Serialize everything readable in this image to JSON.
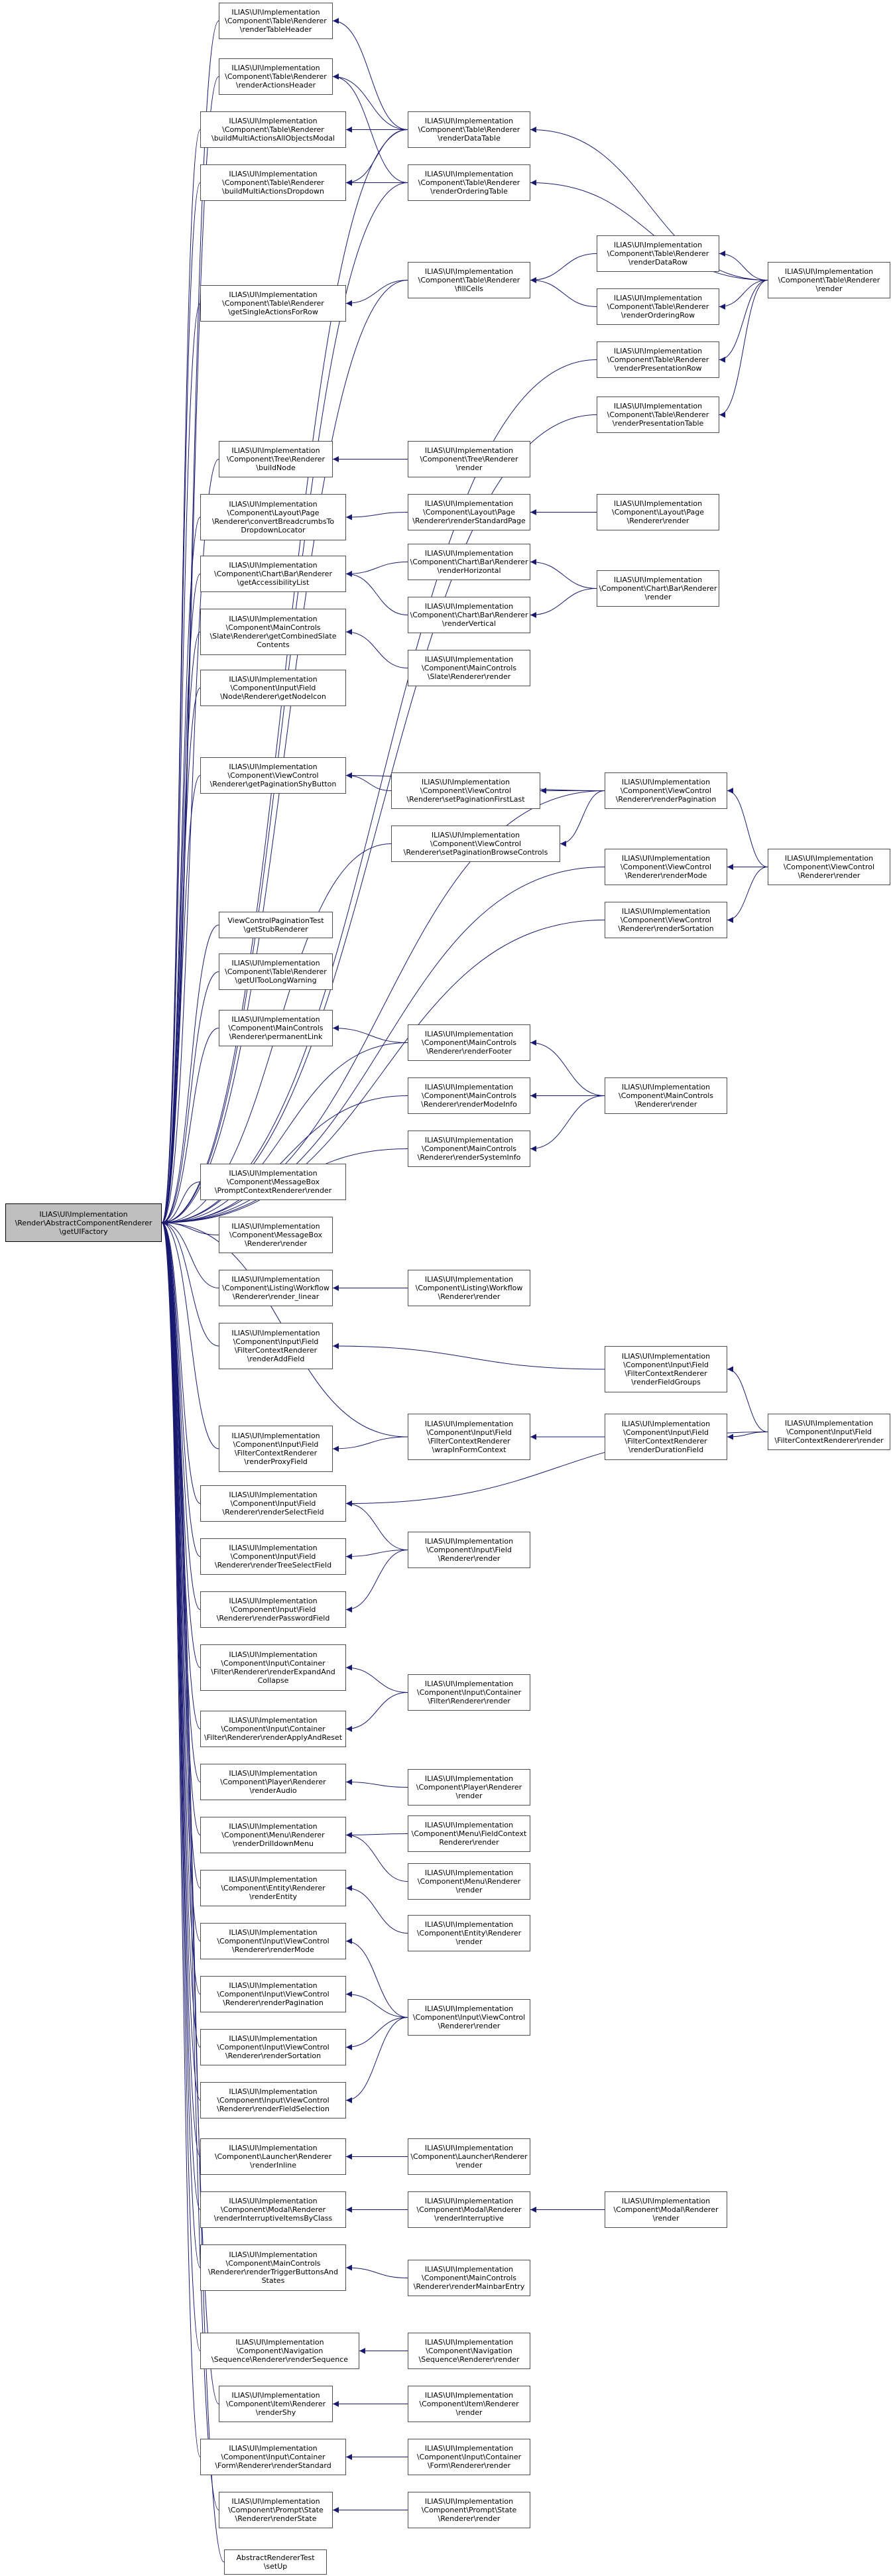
{
  "colors": {
    "edge": "#191970",
    "node_border": "#4d4d4d",
    "root_fill": "#bfbfbf"
  },
  "root": {
    "id": "n0",
    "lines": [
      "ILIAS\\UI\\Implementation",
      "\\Render\\AbstractComponentRenderer",
      "\\getUIFactory"
    ]
  },
  "nodes": [
    {
      "id": "n1",
      "lines": [
        "ILIAS\\UI\\Implementation",
        "\\Component\\Table\\Renderer",
        "\\renderTableHeader"
      ]
    },
    {
      "id": "n2",
      "lines": [
        "ILIAS\\UI\\Implementation",
        "\\Component\\Table\\Renderer",
        "\\renderActionsHeader"
      ]
    },
    {
      "id": "n3",
      "lines": [
        "ILIAS\\UI\\Implementation",
        "\\Component\\Table\\Renderer",
        "\\buildMultiActionsAllObjectsModal"
      ]
    },
    {
      "id": "n4",
      "lines": [
        "ILIAS\\UI\\Implementation",
        "\\Component\\Table\\Renderer",
        "\\buildMultiActionsDropdown"
      ]
    },
    {
      "id": "n5",
      "lines": [
        "ILIAS\\UI\\Implementation",
        "\\Component\\Table\\Renderer",
        "\\getSingleActionsForRow"
      ]
    },
    {
      "id": "n6",
      "lines": [
        "ILIAS\\UI\\Implementation",
        "\\Component\\Table\\Renderer",
        "\\renderDataTable"
      ]
    },
    {
      "id": "n7",
      "lines": [
        "ILIAS\\UI\\Implementation",
        "\\Component\\Table\\Renderer",
        "\\renderOrderingTable"
      ]
    },
    {
      "id": "n8",
      "lines": [
        "ILIAS\\UI\\Implementation",
        "\\Component\\Table\\Renderer",
        "\\fillCells"
      ]
    },
    {
      "id": "n9",
      "lines": [
        "ILIAS\\UI\\Implementation",
        "\\Component\\Table\\Renderer",
        "\\renderDataRow"
      ]
    },
    {
      "id": "n10",
      "lines": [
        "ILIAS\\UI\\Implementation",
        "\\Component\\Table\\Renderer",
        "\\renderOrderingRow"
      ]
    },
    {
      "id": "n11",
      "lines": [
        "ILIAS\\UI\\Implementation",
        "\\Component\\Table\\Renderer",
        "\\renderPresentationRow"
      ]
    },
    {
      "id": "n12",
      "lines": [
        "ILIAS\\UI\\Implementation",
        "\\Component\\Table\\Renderer",
        "\\renderPresentationTable"
      ]
    },
    {
      "id": "n13",
      "lines": [
        "ILIAS\\UI\\Implementation",
        "\\Component\\Table\\Renderer",
        "\\render"
      ]
    },
    {
      "id": "n14",
      "lines": [
        "ILIAS\\UI\\Implementation",
        "\\Component\\Tree\\Renderer",
        "\\buildNode"
      ]
    },
    {
      "id": "n15",
      "lines": [
        "ILIAS\\UI\\Implementation",
        "\\Component\\Tree\\Renderer",
        "\\render"
      ]
    },
    {
      "id": "n16",
      "lines": [
        "ILIAS\\UI\\Implementation",
        "\\Component\\Layout\\Page",
        "\\Renderer\\convertBreadcrumbsTo",
        "DropdownLocator"
      ]
    },
    {
      "id": "n17",
      "lines": [
        "ILIAS\\UI\\Implementation",
        "\\Component\\Layout\\Page",
        "\\Renderer\\renderStandardPage"
      ]
    },
    {
      "id": "n18",
      "lines": [
        "ILIAS\\UI\\Implementation",
        "\\Component\\Layout\\Page",
        "\\Renderer\\render"
      ]
    },
    {
      "id": "n19",
      "lines": [
        "ILIAS\\UI\\Implementation",
        "\\Component\\Chart\\Bar\\Renderer",
        "\\getAccessibilityList"
      ]
    },
    {
      "id": "n20",
      "lines": [
        "ILIAS\\UI\\Implementation",
        "\\Component\\Chart\\Bar\\Renderer",
        "\\renderHorizontal"
      ]
    },
    {
      "id": "n21",
      "lines": [
        "ILIAS\\UI\\Implementation",
        "\\Component\\Chart\\Bar\\Renderer",
        "\\renderVertical"
      ]
    },
    {
      "id": "n22",
      "lines": [
        "ILIAS\\UI\\Implementation",
        "\\Component\\Chart\\Bar\\Renderer",
        "\\render"
      ]
    },
    {
      "id": "n23",
      "lines": [
        "ILIAS\\UI\\Implementation",
        "\\Component\\MainControls",
        "\\Slate\\Renderer\\getCombinedSlate",
        "Contents"
      ]
    },
    {
      "id": "n24",
      "lines": [
        "ILIAS\\UI\\Implementation",
        "\\Component\\MainControls",
        "\\Slate\\Renderer\\render"
      ]
    },
    {
      "id": "n25",
      "lines": [
        "ILIAS\\UI\\Implementation",
        "\\Component\\Input\\Field",
        "\\Node\\Renderer\\getNodeIcon"
      ]
    },
    {
      "id": "n26",
      "lines": [
        "ILIAS\\UI\\Implementation",
        "\\Component\\ViewControl",
        "\\Renderer\\getPaginationShyButton"
      ]
    },
    {
      "id": "n27",
      "lines": [
        "ILIAS\\UI\\Implementation",
        "\\Component\\ViewControl",
        "\\Renderer\\setPaginationFirstLast"
      ]
    },
    {
      "id": "n28",
      "lines": [
        "ILIAS\\UI\\Implementation",
        "\\Component\\ViewControl",
        "\\Renderer\\setPaginationBrowseControls"
      ]
    },
    {
      "id": "n29",
      "lines": [
        "ILIAS\\UI\\Implementation",
        "\\Component\\ViewControl",
        "\\Renderer\\renderPagination"
      ]
    },
    {
      "id": "n30",
      "lines": [
        "ILIAS\\UI\\Implementation",
        "\\Component\\ViewControl",
        "\\Renderer\\renderMode"
      ]
    },
    {
      "id": "n31",
      "lines": [
        "ILIAS\\UI\\Implementation",
        "\\Component\\ViewControl",
        "\\Renderer\\renderSortation"
      ]
    },
    {
      "id": "n32",
      "lines": [
        "ILIAS\\UI\\Implementation",
        "\\Component\\ViewControl",
        "\\Renderer\\render"
      ]
    },
    {
      "id": "n33",
      "lines": [
        "ViewControlPaginationTest",
        "\\getStubRenderer"
      ]
    },
    {
      "id": "n34",
      "lines": [
        "ILIAS\\UI\\Implementation",
        "\\Component\\Table\\Renderer",
        "\\getUITooLongWarning"
      ]
    },
    {
      "id": "n35",
      "lines": [
        "ILIAS\\UI\\Implementation",
        "\\Component\\MainControls",
        "\\Renderer\\permanentLink"
      ]
    },
    {
      "id": "n36",
      "lines": [
        "ILIAS\\UI\\Implementation",
        "\\Component\\MainControls",
        "\\Renderer\\renderFooter"
      ]
    },
    {
      "id": "n37",
      "lines": [
        "ILIAS\\UI\\Implementation",
        "\\Component\\MainControls",
        "\\Renderer\\renderModeInfo"
      ]
    },
    {
      "id": "n38",
      "lines": [
        "ILIAS\\UI\\Implementation",
        "\\Component\\MainControls",
        "\\Renderer\\render"
      ]
    },
    {
      "id": "n39",
      "lines": [
        "ILIAS\\UI\\Implementation",
        "\\Component\\MainControls",
        "\\Renderer\\renderSystemInfo"
      ]
    },
    {
      "id": "n40",
      "lines": [
        "ILIAS\\UI\\Implementation",
        "\\Component\\MessageBox",
        "\\PromptContextRenderer\\render"
      ]
    },
    {
      "id": "n41",
      "lines": [
        "ILIAS\\UI\\Implementation",
        "\\Component\\MessageBox",
        "\\Renderer\\render"
      ]
    },
    {
      "id": "n42",
      "lines": [
        "ILIAS\\UI\\Implementation",
        "\\Component\\Listing\\Workflow",
        "\\Renderer\\render_linear"
      ]
    },
    {
      "id": "n43",
      "lines": [
        "ILIAS\\UI\\Implementation",
        "\\Component\\Listing\\Workflow",
        "\\Renderer\\render"
      ]
    },
    {
      "id": "n44",
      "lines": [
        "ILIAS\\UI\\Implementation",
        "\\Component\\Input\\Field",
        "\\FilterContextRenderer",
        "\\renderAddField"
      ]
    },
    {
      "id": "n45",
      "lines": [
        "ILIAS\\UI\\Implementation",
        "\\Component\\Input\\Field",
        "\\FilterContextRenderer",
        "\\renderFieldGroups"
      ]
    },
    {
      "id": "n46",
      "lines": [
        "ILIAS\\UI\\Implementation",
        "\\Component\\Input\\Field",
        "\\FilterContextRenderer",
        "\\renderProxyField"
      ]
    },
    {
      "id": "n47",
      "lines": [
        "ILIAS\\UI\\Implementation",
        "\\Component\\Input\\Field",
        "\\FilterContextRenderer",
        "\\wrapInFormContext"
      ]
    },
    {
      "id": "n48",
      "lines": [
        "ILIAS\\UI\\Implementation",
        "\\Component\\Input\\Field",
        "\\FilterContextRenderer",
        "\\renderDurationField"
      ]
    },
    {
      "id": "n49",
      "lines": [
        "ILIAS\\UI\\Implementation",
        "\\Component\\Input\\Field",
        "\\FilterContextRenderer\\render"
      ]
    },
    {
      "id": "n50",
      "lines": [
        "ILIAS\\UI\\Implementation",
        "\\Component\\Input\\Field",
        "\\Renderer\\renderSelectField"
      ]
    },
    {
      "id": "n51",
      "lines": [
        "ILIAS\\UI\\Implementation",
        "\\Component\\Input\\Field",
        "\\Renderer\\renderTreeSelectField"
      ]
    },
    {
      "id": "n52",
      "lines": [
        "ILIAS\\UI\\Implementation",
        "\\Component\\Input\\Field",
        "\\Renderer\\render"
      ]
    },
    {
      "id": "n53",
      "lines": [
        "ILIAS\\UI\\Implementation",
        "\\Component\\Input\\Field",
        "\\Renderer\\renderPasswordField"
      ]
    },
    {
      "id": "n54",
      "lines": [
        "ILIAS\\UI\\Implementation",
        "\\Component\\Input\\Container",
        "\\Filter\\Renderer\\renderExpandAnd",
        "Collapse"
      ]
    },
    {
      "id": "n55",
      "lines": [
        "ILIAS\\UI\\Implementation",
        "\\Component\\Input\\Container",
        "\\Filter\\Renderer\\render"
      ]
    },
    {
      "id": "n56",
      "lines": [
        "ILIAS\\UI\\Implementation",
        "\\Component\\Input\\Container",
        "\\Filter\\Renderer\\renderApplyAndReset"
      ]
    },
    {
      "id": "n57",
      "lines": [
        "ILIAS\\UI\\Implementation",
        "\\Component\\Player\\Renderer",
        "\\renderAudio"
      ]
    },
    {
      "id": "n58",
      "lines": [
        "ILIAS\\UI\\Implementation",
        "\\Component\\Player\\Renderer",
        "\\render"
      ]
    },
    {
      "id": "n59",
      "lines": [
        "ILIAS\\UI\\Implementation",
        "\\Component\\Menu\\Renderer",
        "\\renderDrilldownMenu"
      ]
    },
    {
      "id": "n60",
      "lines": [
        "ILIAS\\UI\\Implementation",
        "\\Component\\Menu\\FieldContext",
        "Renderer\\render"
      ]
    },
    {
      "id": "n61",
      "lines": [
        "ILIAS\\UI\\Implementation",
        "\\Component\\Menu\\Renderer",
        "\\render"
      ]
    },
    {
      "id": "n62",
      "lines": [
        "ILIAS\\UI\\Implementation",
        "\\Component\\Entity\\Renderer",
        "\\renderEntity"
      ]
    },
    {
      "id": "n63",
      "lines": [
        "ILIAS\\UI\\Implementation",
        "\\Component\\Entity\\Renderer",
        "\\render"
      ]
    },
    {
      "id": "n64",
      "lines": [
        "ILIAS\\UI\\Implementation",
        "\\Component\\Input\\ViewControl",
        "\\Renderer\\renderMode"
      ]
    },
    {
      "id": "n65",
      "lines": [
        "ILIAS\\UI\\Implementation",
        "\\Component\\Input\\ViewControl",
        "\\Renderer\\renderPagination"
      ]
    },
    {
      "id": "n66",
      "lines": [
        "ILIAS\\UI\\Implementation",
        "\\Component\\Input\\ViewControl",
        "\\Renderer\\render"
      ]
    },
    {
      "id": "n67",
      "lines": [
        "ILIAS\\UI\\Implementation",
        "\\Component\\Input\\ViewControl",
        "\\Renderer\\renderSortation"
      ]
    },
    {
      "id": "n68",
      "lines": [
        "ILIAS\\UI\\Implementation",
        "\\Component\\Input\\ViewControl",
        "\\Renderer\\renderFieldSelection"
      ]
    },
    {
      "id": "n69",
      "lines": [
        "ILIAS\\UI\\Implementation",
        "\\Component\\Launcher\\Renderer",
        "\\renderInline"
      ]
    },
    {
      "id": "n70",
      "lines": [
        "ILIAS\\UI\\Implementation",
        "\\Component\\Launcher\\Renderer",
        "\\render"
      ]
    },
    {
      "id": "n71",
      "lines": [
        "ILIAS\\UI\\Implementation",
        "\\Component\\Modal\\Renderer",
        "\\renderInterruptiveItemsByClass"
      ]
    },
    {
      "id": "n72",
      "lines": [
        "ILIAS\\UI\\Implementation",
        "\\Component\\Modal\\Renderer",
        "\\renderInterruptive"
      ]
    },
    {
      "id": "n73",
      "lines": [
        "ILIAS\\UI\\Implementation",
        "\\Component\\Modal\\Renderer",
        "\\render"
      ]
    },
    {
      "id": "n74",
      "lines": [
        "ILIAS\\UI\\Implementation",
        "\\Component\\MainControls",
        "\\Renderer\\renderTriggerButtonsAnd",
        "States"
      ]
    },
    {
      "id": "n75",
      "lines": [
        "ILIAS\\UI\\Implementation",
        "\\Component\\MainControls",
        "\\Renderer\\renderMainbarEntry"
      ]
    },
    {
      "id": "n76",
      "lines": [
        "ILIAS\\UI\\Implementation",
        "\\Component\\Navigation",
        "\\Sequence\\Renderer\\renderSequence"
      ]
    },
    {
      "id": "n77",
      "lines": [
        "ILIAS\\UI\\Implementation",
        "\\Component\\Navigation",
        "\\Sequence\\Renderer\\render"
      ]
    },
    {
      "id": "n78",
      "lines": [
        "ILIAS\\UI\\Implementation",
        "\\Component\\Item\\Renderer",
        "\\renderShy"
      ]
    },
    {
      "id": "n79",
      "lines": [
        "ILIAS\\UI\\Implementation",
        "\\Component\\Item\\Renderer",
        "\\render"
      ]
    },
    {
      "id": "n80",
      "lines": [
        "ILIAS\\UI\\Implementation",
        "\\Component\\Input\\Container",
        "\\Form\\Renderer\\renderStandard"
      ]
    },
    {
      "id": "n81",
      "lines": [
        "ILIAS\\UI\\Implementation",
        "\\Component\\Input\\Container",
        "\\Form\\Renderer\\render"
      ]
    },
    {
      "id": "n82",
      "lines": [
        "ILIAS\\UI\\Implementation",
        "\\Component\\Prompt\\State",
        "\\Renderer\\renderState"
      ]
    },
    {
      "id": "n83",
      "lines": [
        "ILIAS\\UI\\Implementation",
        "\\Component\\Prompt\\State",
        "\\Renderer\\render"
      ]
    },
    {
      "id": "n84",
      "lines": [
        "AbstractRendererTest",
        "\\setUp"
      ]
    }
  ],
  "edges": [
    [
      "n1",
      "n0"
    ],
    [
      "n2",
      "n0"
    ],
    [
      "n3",
      "n0"
    ],
    [
      "n4",
      "n0"
    ],
    [
      "n5",
      "n0"
    ],
    [
      "n6",
      "n0"
    ],
    [
      "n7",
      "n0"
    ],
    [
      "n8",
      "n0"
    ],
    [
      "n11",
      "n0"
    ],
    [
      "n12",
      "n0"
    ],
    [
      "n14",
      "n0"
    ],
    [
      "n16",
      "n0"
    ],
    [
      "n19",
      "n0"
    ],
    [
      "n23",
      "n0"
    ],
    [
      "n25",
      "n0"
    ],
    [
      "n26",
      "n0"
    ],
    [
      "n28",
      "n0"
    ],
    [
      "n29",
      "n0"
    ],
    [
      "n30",
      "n0"
    ],
    [
      "n31",
      "n0"
    ],
    [
      "n33",
      "n0"
    ],
    [
      "n34",
      "n0"
    ],
    [
      "n35",
      "n0"
    ],
    [
      "n36",
      "n0"
    ],
    [
      "n37",
      "n0"
    ],
    [
      "n39",
      "n0"
    ],
    [
      "n40",
      "n0"
    ],
    [
      "n41",
      "n0"
    ],
    [
      "n42",
      "n0"
    ],
    [
      "n44",
      "n0"
    ],
    [
      "n46",
      "n0"
    ],
    [
      "n47",
      "n0"
    ],
    [
      "n50",
      "n0"
    ],
    [
      "n51",
      "n0"
    ],
    [
      "n53",
      "n0"
    ],
    [
      "n54",
      "n0"
    ],
    [
      "n56",
      "n0"
    ],
    [
      "n57",
      "n0"
    ],
    [
      "n59",
      "n0"
    ],
    [
      "n62",
      "n0"
    ],
    [
      "n64",
      "n0"
    ],
    [
      "n65",
      "n0"
    ],
    [
      "n67",
      "n0"
    ],
    [
      "n68",
      "n0"
    ],
    [
      "n69",
      "n0"
    ],
    [
      "n71",
      "n0"
    ],
    [
      "n74",
      "n0"
    ],
    [
      "n76",
      "n0"
    ],
    [
      "n78",
      "n0"
    ],
    [
      "n80",
      "n0"
    ],
    [
      "n82",
      "n0"
    ],
    [
      "n84",
      "n0"
    ],
    [
      "n6",
      "n1"
    ],
    [
      "n6",
      "n2"
    ],
    [
      "n7",
      "n2"
    ],
    [
      "n6",
      "n3"
    ],
    [
      "n6",
      "n4"
    ],
    [
      "n7",
      "n4"
    ],
    [
      "n8",
      "n5"
    ],
    [
      "n13",
      "n6"
    ],
    [
      "n13",
      "n7"
    ],
    [
      "n9",
      "n8"
    ],
    [
      "n10",
      "n8"
    ],
    [
      "n13",
      "n9"
    ],
    [
      "n13",
      "n10"
    ],
    [
      "n13",
      "n11"
    ],
    [
      "n13",
      "n12"
    ],
    [
      "n15",
      "n14"
    ],
    [
      "n17",
      "n16"
    ],
    [
      "n18",
      "n17"
    ],
    [
      "n20",
      "n19"
    ],
    [
      "n21",
      "n19"
    ],
    [
      "n22",
      "n20"
    ],
    [
      "n22",
      "n21"
    ],
    [
      "n24",
      "n23"
    ],
    [
      "n27",
      "n26"
    ],
    [
      "n29",
      "n26"
    ],
    [
      "n29",
      "n27"
    ],
    [
      "n29",
      "n28"
    ],
    [
      "n32",
      "n29"
    ],
    [
      "n32",
      "n30"
    ],
    [
      "n32",
      "n31"
    ],
    [
      "n36",
      "n35"
    ],
    [
      "n38",
      "n36"
    ],
    [
      "n38",
      "n37"
    ],
    [
      "n38",
      "n39"
    ],
    [
      "n43",
      "n42"
    ],
    [
      "n45",
      "n44"
    ],
    [
      "n49",
      "n45"
    ],
    [
      "n47",
      "n46"
    ],
    [
      "n48",
      "n47"
    ],
    [
      "n49",
      "n48"
    ],
    [
      "n52",
      "n50"
    ],
    [
      "n52",
      "n51"
    ],
    [
      "n52",
      "n53"
    ],
    [
      "n55",
      "n54"
    ],
    [
      "n55",
      "n56"
    ],
    [
      "n58",
      "n57"
    ],
    [
      "n60",
      "n59"
    ],
    [
      "n61",
      "n59"
    ],
    [
      "n63",
      "n62"
    ],
    [
      "n66",
      "n64"
    ],
    [
      "n66",
      "n65"
    ],
    [
      "n66",
      "n67"
    ],
    [
      "n66",
      "n68"
    ],
    [
      "n70",
      "n69"
    ],
    [
      "n72",
      "n71"
    ],
    [
      "n73",
      "n72"
    ],
    [
      "n75",
      "n74"
    ],
    [
      "n77",
      "n76"
    ],
    [
      "n79",
      "n78"
    ],
    [
      "n81",
      "n80"
    ],
    [
      "n83",
      "n82"
    ],
    [
      "n49",
      "n50"
    ]
  ]
}
